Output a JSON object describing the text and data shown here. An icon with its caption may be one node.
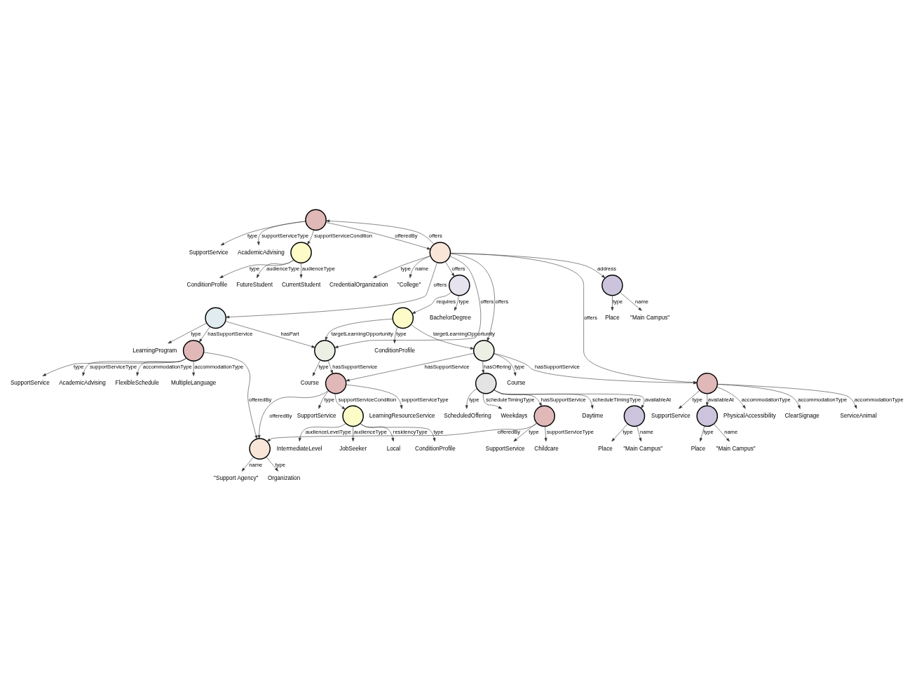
{
  "diagram": {
    "nodes": [
      {
        "text": [
          "ConditionProfile"
        ]
      },
      {
        "text": [
          "FutureStudent"
        ]
      },
      {
        "text": [
          "SupportService"
        ]
      },
      {
        "text": [
          "AcademicAdvising"
        ]
      },
      {
        "text": [],
        "shape": "circle"
      },
      {
        "text": [
          "CurrentStudent"
        ]
      },
      {
        "text": [],
        "shape": "circle"
      },
      {
        "text": [
          "SupportService"
        ]
      },
      {
        "text": [
          "CredentialOrganization"
        ]
      },
      {
        "text": [
          "LearningProgram"
        ]
      },
      {
        "text": [
          "AcademicAdvising"
        ]
      },
      {
        "text": [],
        "shape": "circle"
      },
      {
        "text": [
          "FlexibleSchedule"
        ]
      },
      {
        "text": [
          "\"College\""
        ]
      },
      {
        "text": [],
        "shape": "circle"
      },
      {
        "text": [
          "MultipleLanguage"
        ]
      },
      {
        "text": [
          "\"Support Agency\""
        ]
      },
      {
        "text": [
          "Organization"
        ]
      },
      {
        "text": [],
        "shape": "circle"
      },
      {
        "text": [],
        "shape": "circle"
      },
      {
        "text": [
          "Course"
        ]
      },
      {
        "text": [
          "SupportService"
        ]
      },
      {
        "text": [
          "IntermediateLevel"
        ]
      },
      {
        "text": [
          "JobSeeker"
        ]
      },
      {
        "text": [],
        "shape": "circle"
      },
      {
        "text": [],
        "shape": "circle"
      },
      {
        "text": [],
        "shape": "circle"
      },
      {
        "text": [],
        "shape": "circle"
      },
      {
        "text": [],
        "shape": "circle"
      },
      {
        "text": [
          "Local"
        ]
      },
      {
        "text": [
          "BachelorDegree"
        ]
      },
      {
        "text": [
          "LearningResourceService"
        ]
      },
      {
        "text": [
          "ConditionProfile"
        ]
      },
      {
        "text": [
          "ConditionProfile"
        ]
      },
      {
        "text": [
          "ScheduledOffering"
        ]
      },
      {
        "text": [
          "Weekdays"
        ]
      },
      {
        "text": [],
        "shape": "circle"
      },
      {
        "text": [
          "SupportService"
        ]
      },
      {
        "text": [],
        "shape": "circle"
      },
      {
        "text": [],
        "shape": "circle"
      },
      {
        "text": [
          "Course"
        ]
      },
      {
        "text": [
          "Childcare"
        ]
      },
      {
        "text": [
          "SupportService"
        ]
      },
      {
        "text": [
          "Daytime"
        ]
      },
      {
        "text": [],
        "shape": "circle"
      },
      {
        "text": [],
        "shape": "circle"
      },
      {
        "text": [
          "Place"
        ]
      },
      {
        "text": [
          "\"Main Campus\""
        ]
      },
      {
        "text": [],
        "shape": "circle"
      },
      {
        "text": [
          "Place"
        ]
      },
      {
        "text": [
          "\"Main Campus\""
        ]
      },
      {
        "text": [],
        "shape": "circle"
      },
      {
        "text": [
          "Place"
        ]
      },
      {
        "text": [
          "\"Main Campus\""
        ]
      },
      {
        "text": [
          "PhysicalAccessibility"
        ]
      },
      {
        "text": [
          "ClearSignage"
        ]
      },
      {
        "text": [
          "ServiceAnimal"
        ]
      }
    ],
    "edges": [
      {
        "from": 18,
        "to": 13,
        "arrow": "to",
        "label": "name"
      },
      {
        "from": 18,
        "to": 8,
        "arrow": "to",
        "label": "type"
      },
      {
        "from": 18,
        "to": 6,
        "arrow": "to",
        "label": "offers"
      },
      {
        "from": 6,
        "to": 18,
        "arrow": "to",
        "label": "offeredBy"
      },
      {
        "from": 6,
        "to": 2,
        "arrow": "to",
        "label": "type"
      },
      {
        "from": 6,
        "to": 3,
        "arrow": "to",
        "label": "supportServiceType"
      },
      {
        "from": 6,
        "to": 4,
        "arrow": "to",
        "label": "supportServiceCondition"
      },
      {
        "from": 4,
        "to": 0,
        "arrow": "to",
        "label": "type"
      },
      {
        "from": 4,
        "to": 1,
        "arrow": "to",
        "label": "audienceType"
      },
      {
        "from": 4,
        "to": 5,
        "arrow": "to",
        "label": "audienceType"
      },
      {
        "from": 18,
        "to": 14,
        "arrow": "to",
        "label": "offers"
      },
      {
        "from": 14,
        "to": 9,
        "arrow": "to",
        "label": "type"
      },
      {
        "from": 14,
        "to": 11,
        "arrow": "to",
        "label": "hasSupportService"
      },
      {
        "from": 11,
        "to": 7,
        "arrow": "to",
        "label": "type"
      },
      {
        "from": 11,
        "to": 10,
        "arrow": "to",
        "label": "supportServiceType"
      },
      {
        "from": 11,
        "to": 12,
        "arrow": "to",
        "label": "accommodationType"
      },
      {
        "from": 11,
        "to": 15,
        "arrow": "to",
        "label": "accommodationType"
      },
      {
        "from": 11,
        "to": 19,
        "arrow": "to",
        "label": "offeredBy"
      },
      {
        "from": 19,
        "to": 16,
        "arrow": "to",
        "label": "name"
      },
      {
        "from": 19,
        "to": 17,
        "arrow": "to",
        "label": "type"
      },
      {
        "from": 14,
        "to": 26,
        "arrow": "to",
        "label": "hasPart"
      },
      {
        "from": 18,
        "to": 26,
        "arrow": "to",
        "label": "offers"
      },
      {
        "from": 18,
        "to": 24,
        "arrow": "to",
        "label": "offers"
      },
      {
        "from": 24,
        "to": 25,
        "arrow": "to",
        "label": "requires"
      },
      {
        "from": 24,
        "to": 30,
        "arrow": "to",
        "label": "type"
      },
      {
        "from": 25,
        "to": 26,
        "arrow": "to",
        "label": "targetLearningOpportunity"
      },
      {
        "from": 25,
        "to": 33,
        "arrow": "to",
        "label": "type"
      },
      {
        "from": 25,
        "to": 36,
        "arrow": "to",
        "label": "targetLearningOpportunity"
      },
      {
        "from": 26,
        "to": 20,
        "arrow": "to",
        "label": "type"
      },
      {
        "from": 26,
        "to": 27,
        "arrow": "to",
        "label": "hasSupportService"
      },
      {
        "from": 27,
        "to": 19,
        "arrow": "to",
        "label": "offeredBy"
      },
      {
        "from": 27,
        "to": 21,
        "arrow": "to",
        "label": "type"
      },
      {
        "from": 27,
        "to": 28,
        "arrow": "to",
        "label": "supportServiceCondition"
      },
      {
        "from": 27,
        "to": 31,
        "arrow": "to",
        "label": "supportServiceType"
      },
      {
        "from": 28,
        "to": 22,
        "arrow": "to",
        "label": "audienceLevelType"
      },
      {
        "from": 28,
        "to": 23,
        "arrow": "to",
        "label": "audienceType"
      },
      {
        "from": 28,
        "to": 29,
        "arrow": "to",
        "label": "residencyType"
      },
      {
        "from": 28,
        "to": 32,
        "arrow": "to",
        "label": "type"
      },
      {
        "from": 18,
        "to": 36,
        "arrow": "to",
        "label": "offers"
      },
      {
        "from": 18,
        "to": 44,
        "arrow": "to",
        "label": "offers"
      },
      {
        "from": 18,
        "to": 45,
        "arrow": "to",
        "label": "address"
      },
      {
        "from": 36,
        "to": 27,
        "arrow": "to",
        "label": "hasSupportService"
      },
      {
        "from": 36,
        "to": 38,
        "arrow": "to",
        "label": "hasOffering"
      },
      {
        "from": 36,
        "to": 40,
        "arrow": "to",
        "label": "type"
      },
      {
        "from": 36,
        "to": 44,
        "arrow": "to",
        "label": "hasSupportService"
      },
      {
        "from": 38,
        "to": 34,
        "arrow": "to",
        "label": "type"
      },
      {
        "from": 38,
        "to": 35,
        "arrow": "to",
        "label": "scheduleTimingType"
      },
      {
        "from": 38,
        "to": 39,
        "arrow": "to",
        "label": "hasSupportService"
      },
      {
        "from": 38,
        "to": 43,
        "arrow": "to",
        "label": "scheduleTimingType"
      },
      {
        "from": 38,
        "to": 51,
        "arrow": "to",
        "label": "availableAt"
      },
      {
        "from": 39,
        "to": 37,
        "arrow": "to",
        "label": "type"
      },
      {
        "from": 39,
        "to": 41,
        "arrow": "to",
        "label": "supportServiceType"
      },
      {
        "from": 39,
        "to": 19,
        "arrow": "to",
        "label": "offeredBy"
      },
      {
        "from": 44,
        "to": 42,
        "arrow": "to",
        "label": "type"
      },
      {
        "from": 44,
        "to": 48,
        "arrow": "to",
        "label": "availableAt"
      },
      {
        "from": 44,
        "to": 54,
        "arrow": "to",
        "label": "accommodationType"
      },
      {
        "from": 44,
        "to": 56,
        "arrow": "to",
        "label": "accommodationType"
      },
      {
        "from": 44,
        "to": 55,
        "arrow": "to",
        "label": "accommodationType"
      },
      {
        "from": 45,
        "to": 46,
        "arrow": "to",
        "label": "type"
      },
      {
        "from": 45,
        "to": 47,
        "arrow": "to",
        "label": "name"
      },
      {
        "from": 48,
        "to": 49,
        "arrow": "to",
        "label": "type"
      },
      {
        "from": 48,
        "to": 50,
        "arrow": "to",
        "label": "name"
      },
      {
        "from": 51,
        "to": 52,
        "arrow": "to",
        "label": "type"
      },
      {
        "from": 51,
        "to": 53,
        "arrow": "to",
        "label": "name"
      }
    ]
  }
}
